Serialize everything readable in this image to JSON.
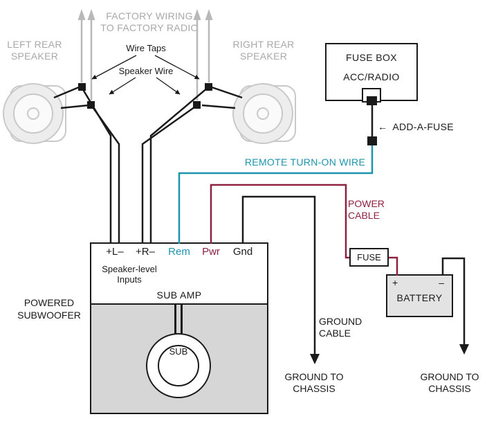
{
  "colors": {
    "teal": "#1d94ae",
    "power_red": "#8e2040",
    "label_gray": "#a8a8a8",
    "wire": "#1a1a1a",
    "factory_gray": "#b8b8b8",
    "sub_fill": "#d6d6d6",
    "battery_fill": "#e3e3e3",
    "speaker_gray": "#c9c9c9"
  },
  "labels": {
    "left_speaker": "LEFT REAR\nSPEAKER",
    "right_speaker": "RIGHT REAR\nSPEAKER",
    "factory_wiring": "FACTORY WIRING\nTO FACTORY RADIO",
    "wire_taps": "Wire Taps",
    "speaker_wire": "Speaker Wire",
    "remote_turn_on": "REMOTE TURN-ON WIRE",
    "power_cable": "POWER\nCABLE",
    "ground_cable": "GROUND\nCABLE",
    "ground_to_chassis_amp": "GROUND TO\nCHASSIS",
    "ground_to_chassis_battery": "GROUND TO\nCHASSIS",
    "powered_subwoofer": "POWERED\nSUBWOOFER",
    "add_a_fuse_arrow": "←",
    "add_a_fuse": "ADD-A-FUSE"
  },
  "fuse_box": {
    "title": "FUSE BOX",
    "slot": "ACC/RADIO"
  },
  "amp": {
    "terminals": [
      {
        "label": "+L–"
      },
      {
        "label": "+R–"
      },
      {
        "label": "Rem"
      },
      {
        "label": "Pwr"
      },
      {
        "label": "Gnd"
      }
    ],
    "inputs": "Speaker-level\nInputs",
    "name": "SUB AMP",
    "sub": "SUB"
  },
  "fuse": "FUSE",
  "battery": {
    "plus": "+",
    "minus": "–",
    "label": "BATTERY"
  }
}
